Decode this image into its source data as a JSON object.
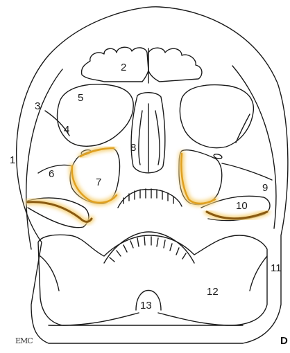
{
  "labels": [
    "1",
    "2",
    "3",
    "4",
    "5",
    "6",
    "7",
    "8",
    "9",
    "10",
    "11",
    "12",
    "13"
  ],
  "logo": "EMC",
  "panel_letter": "D",
  "colors": {
    "stroke": "#1a1a1a",
    "highlight": "#e0a020",
    "highlight_soft": "#f6d27a",
    "background": "#ffffff"
  }
}
